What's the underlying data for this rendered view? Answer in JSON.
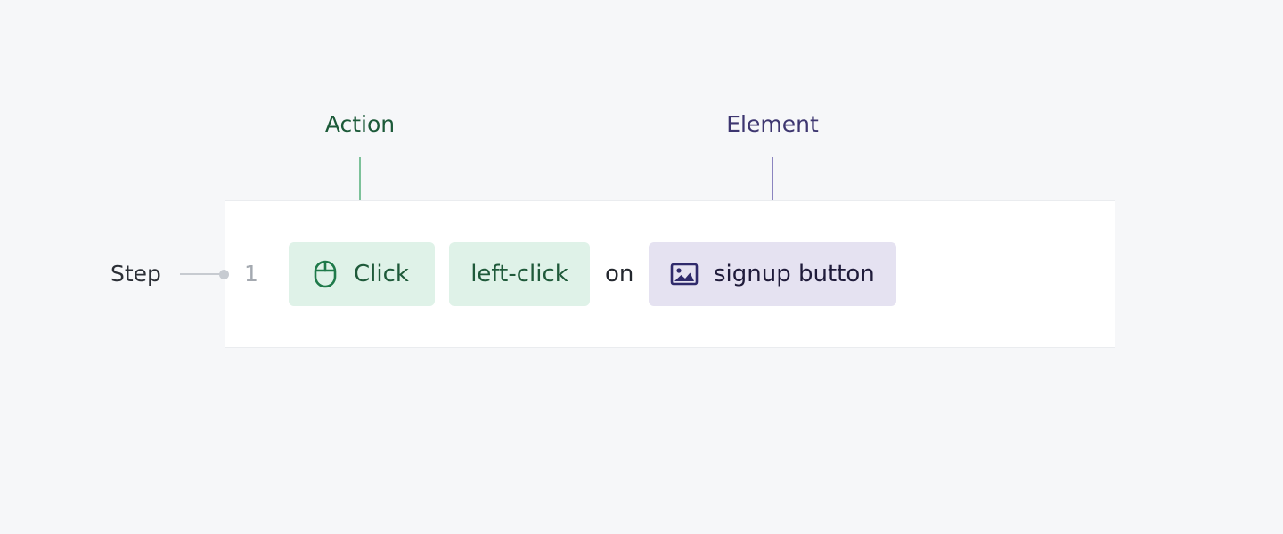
{
  "annotations": {
    "action": "Action",
    "element": "Element",
    "step": "Step"
  },
  "step": {
    "number": "1",
    "action": {
      "label": "Click",
      "icon": "mouse-icon"
    },
    "parameter": "left-click",
    "connector": "on",
    "element": {
      "label": "signup button",
      "icon": "image-icon"
    }
  },
  "colors": {
    "background": "#f6f7f9",
    "action_chip_bg": "#dff2e8",
    "action_text": "#1f5a3a",
    "element_chip_bg": "#e5e2f1",
    "element_text": "#1f1b3a",
    "action_line": "#7cc19a",
    "element_line": "#8b84c0"
  }
}
